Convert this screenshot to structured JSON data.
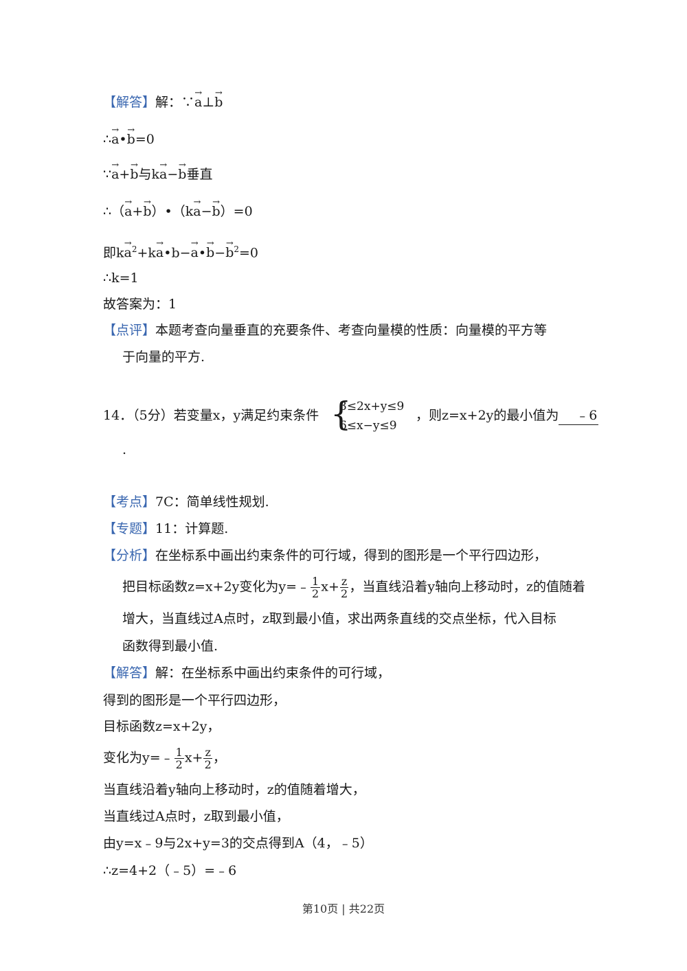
{
  "solution1": {
    "tag": "【解答】",
    "lead": "解：∵",
    "v_a": "a",
    "v_b": "b",
    "perp": "⊥",
    "l2_pre": "∴",
    "l2_dot": "•",
    "l2_post": "=0",
    "l3_pre": "∵",
    "l3_plus": "+",
    "l3_with": "与k",
    "l3_minus": "−",
    "l3_post": "垂直",
    "l4_pre": "∴（",
    "l4_plus": "+",
    "l4_mid": "）•（k",
    "l4_minus": "−",
    "l4_post": "）=0",
    "l5_pre": "即k",
    "l5_sq": "2",
    "l5_a": "+k",
    "l5_dot1": "•b−",
    "l5_dot2": "•",
    "l5_b": "−",
    "l5_post": "=0",
    "l6": "∴k=1",
    "answer": "故答案为：1"
  },
  "comment": {
    "tag": "【点评】",
    "text1": "本题考查向量垂直的充要条件、考查向量模的性质：向量模的平方等",
    "text2": "于向量的平方."
  },
  "q14": {
    "prefix": "14．（5分）若变量x，y满足约束条件",
    "ineq1": "3≤2x+y≤9",
    "ineq2": "6≤x−y≤9",
    "suffix": "，则z=x+2y的最小值为",
    "answer": "﹣6",
    "period": "."
  },
  "kaodian": {
    "tag": "【考点】",
    "text": "7C：简单线性规划."
  },
  "zhuanti": {
    "tag": "【专题】",
    "text": "11：计算题."
  },
  "fenxi": {
    "tag": "【分析】",
    "text1": "在坐标系中画出约束条件的可行域，得到的图形是一个平行四边形，",
    "text2_pre": "把目标函数z=x+2y变化为y=﹣",
    "frac1_num": "1",
    "frac1_den": "2",
    "text2_mid": "x+",
    "frac2_num": "z",
    "frac2_den": "2",
    "text2_post": "，当直线沿着y轴向上移动时，z的值随着",
    "text3": "增大，当直线过A点时，z取到最小值，求出两条直线的交点坐标，代入目标",
    "text4": "函数得到最小值."
  },
  "solution2": {
    "tag": "【解答】",
    "text1": "解：在坐标系中画出约束条件的可行域，",
    "text2": "得到的图形是一个平行四边形，",
    "text3": "目标函数z=x+2y，",
    "text4_pre": "变化为y=﹣",
    "frac1_num": "1",
    "frac1_den": "2",
    "text4_mid": "x+",
    "frac2_num": "z",
    "frac2_den": "2",
    "text4_post": "，",
    "text5": "当直线沿着y轴向上移动时，z的值随着增大，",
    "text6": "当直线过A点时，z取到最小值，",
    "text7": "由y=x﹣9与2x+y=3的交点得到A（4，﹣5）",
    "text8": "∴z=4+2（﹣5）=﹣6"
  },
  "footer": {
    "text": "第10页 | 共22页"
  }
}
